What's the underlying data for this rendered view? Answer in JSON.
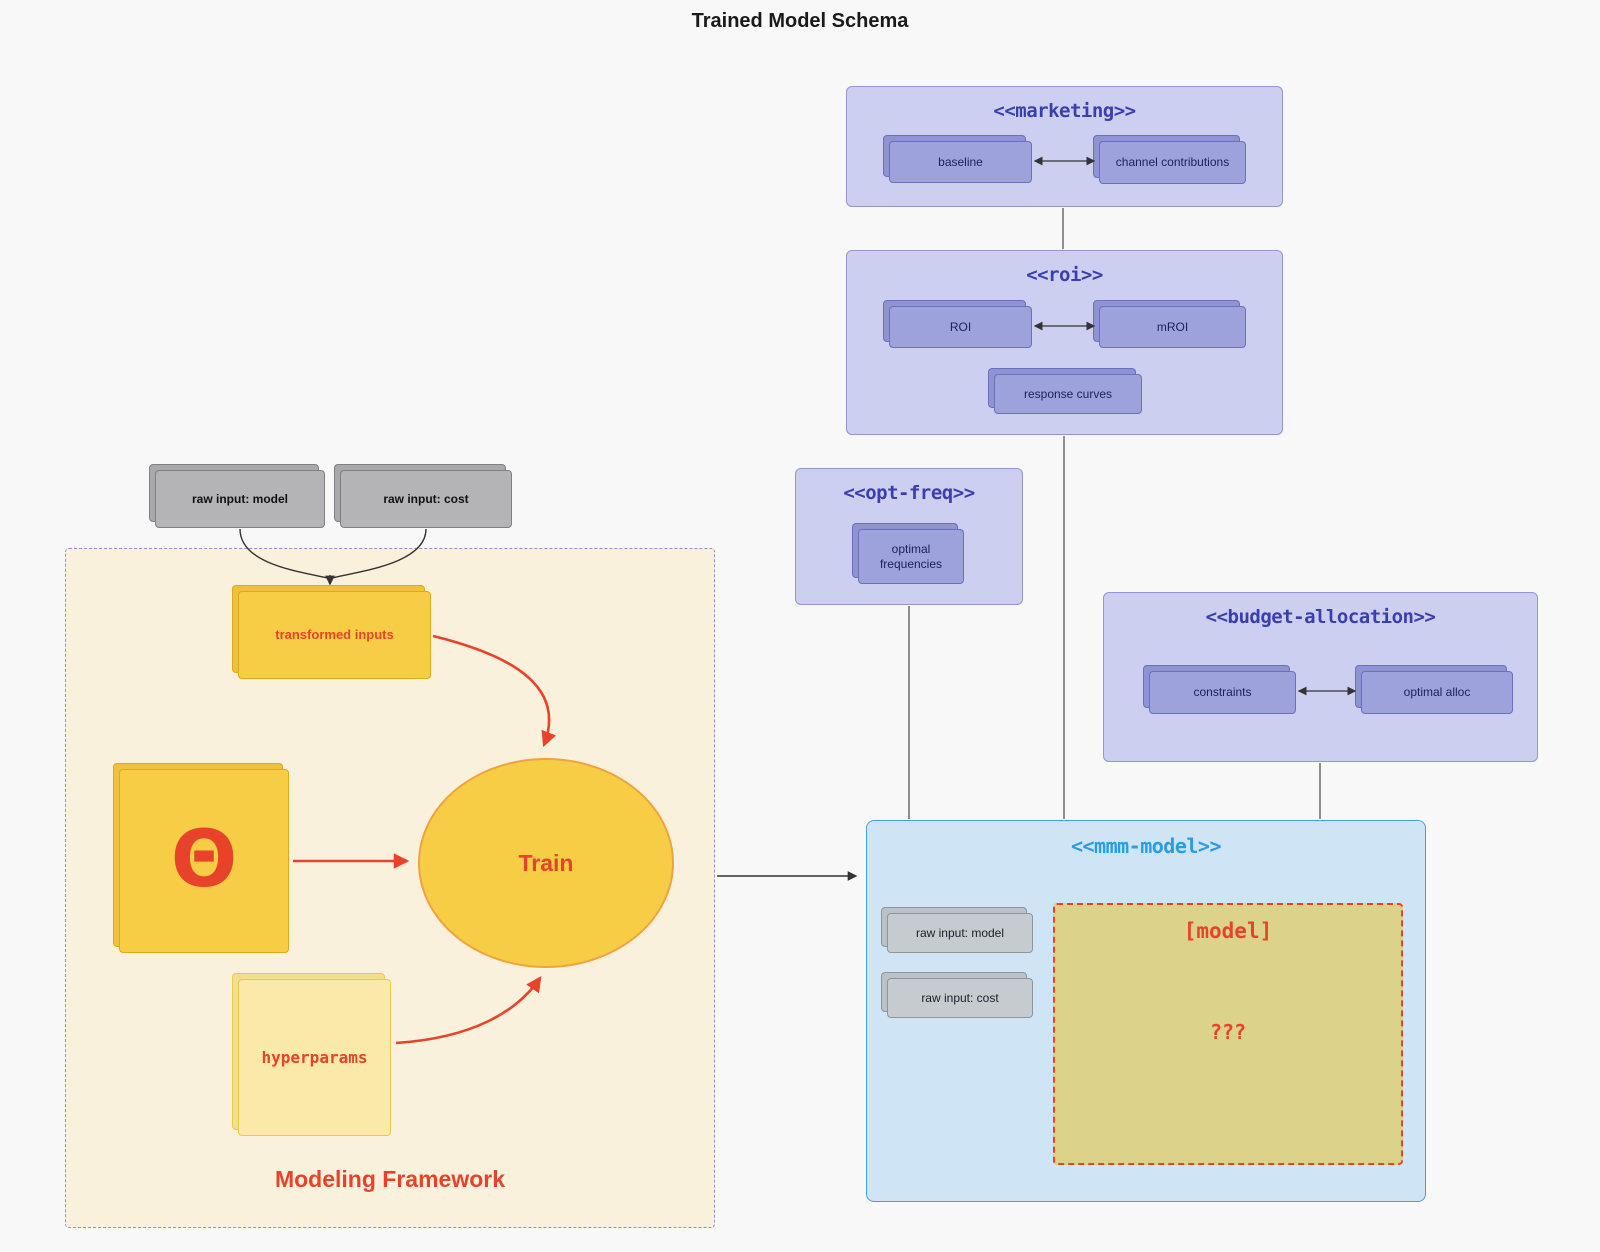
{
  "title": "Trained Model Schema",
  "marketing": {
    "title": "<<marketing>>",
    "baseline": "baseline",
    "channel_contributions": "channel contributions"
  },
  "roi": {
    "title": "<<roi>>",
    "roi": "ROI",
    "mroi": "mROI",
    "response_curves": "response curves"
  },
  "opt_freq": {
    "title": "<<opt-freq>>",
    "optimal_frequencies": "optimal frequencies"
  },
  "budget_allocation": {
    "title": "<<budget-allocation>>",
    "constraints": "constraints",
    "optimal_alloc": "optimal alloc"
  },
  "raw_inputs": {
    "model": "raw input: model",
    "cost": "raw input: cost"
  },
  "modeling_framework": {
    "label": "Modeling Framework",
    "transformed_inputs": "transformed inputs",
    "theta": "Θ",
    "train": "Train",
    "hyperparams": "hyperparams"
  },
  "mmm_model": {
    "title": "<<mmm-model>>",
    "raw_input_model": "raw input: model",
    "raw_input_cost": "raw input: cost",
    "model_title": "[model]",
    "model_placeholder": "???"
  },
  "colors": {
    "accent_red": "#e8432a",
    "panel_purple": "#cdcff0",
    "purple_title": "#3a3faf",
    "panel_blue": "#cfe5f5",
    "mmm_title_blue": "#2b9de2",
    "node_gold": "#f7cd45",
    "framework_bg": "#faf1dd"
  }
}
